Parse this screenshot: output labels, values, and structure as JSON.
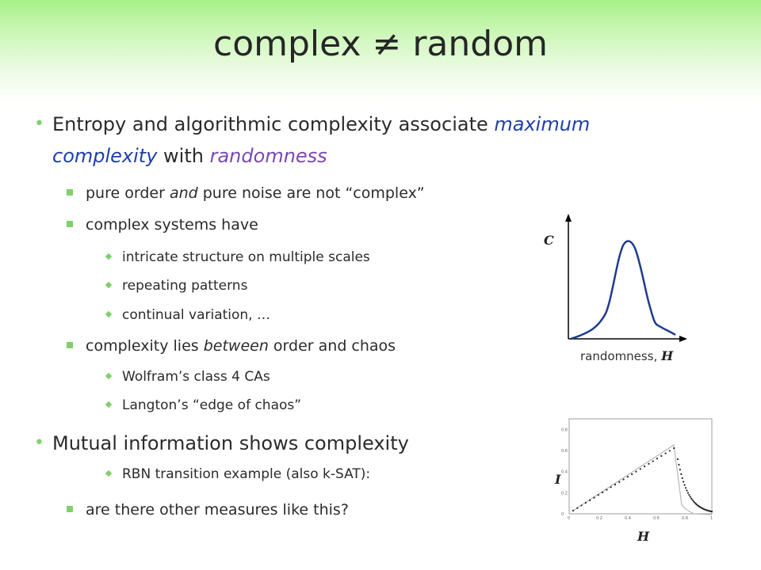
{
  "title": "complex ≠ random",
  "bullets": {
    "b1_line1_a": "Entropy and algorithmic complexity associate ",
    "b1_line1_b": "maximum",
    "b1_line2_a": "complexity",
    "b1_line2_b": " with ",
    "b1_line2_c": "randomness",
    "s1_a": "pure order ",
    "s1_b": "and",
    "s1_c": " pure noise are not “complex”",
    "s2": "complex systems have",
    "s2a": "intricate structure on multiple scales",
    "s2b": "repeating patterns",
    "s2c": "continual variation, …",
    "s3_a": "complexity lies ",
    "s3_b": "between",
    "s3_c": " order and chaos",
    "s3a": "Wolfram’s class 4 CAs",
    "s3b": "Langton’s “edge of chaos”",
    "b2": "Mutual information shows complexity",
    "b2a": "RBN transition example (also k-SAT):",
    "b2b": "are there other measures like this?"
  },
  "figure1": {
    "y_label": "C",
    "x_label_text": "randomness,",
    "x_label_symbol": "H",
    "curve_color": "#1f3b8f"
  },
  "figure2": {
    "y_label": "I",
    "x_label": "H",
    "x_ticks": [
      "0",
      "0.2",
      "0.4",
      "0.6",
      "0.8",
      "1"
    ],
    "y_ticks": [
      "0",
      "0.2",
      "0.4",
      "0.6",
      "0.8"
    ]
  },
  "colors": {
    "bullet_green": "#7fd16b",
    "emphasis_blue": "#1f3fa8",
    "emphasis_purple": "#7b47b5"
  }
}
